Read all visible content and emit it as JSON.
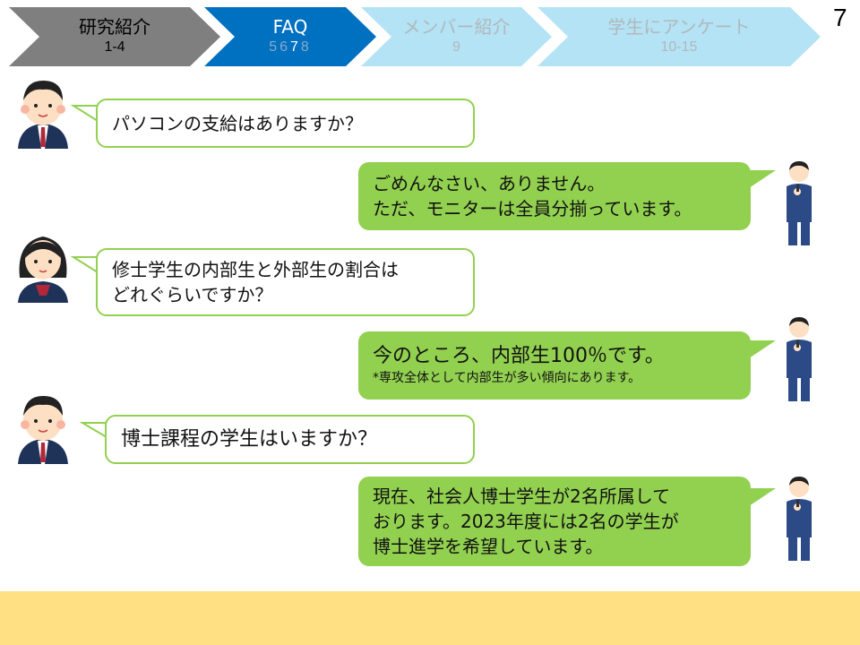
{
  "nav": [
    {
      "title": "研究紹介",
      "pages": "1-4"
    },
    {
      "title": "FAQ",
      "pages": [
        "5",
        "6",
        "7",
        "8"
      ],
      "current": "7"
    },
    {
      "title": "メンバー紹介",
      "pages": "9"
    },
    {
      "title": "学生にアンケート",
      "pages": "10-15"
    }
  ],
  "page_number": "7",
  "chat": [
    {
      "role": "question",
      "avatar": "male-student",
      "lines": [
        "パソコンの支給はありますか？"
      ]
    },
    {
      "role": "answer",
      "avatar": "presenter",
      "lines": [
        "ごめんなさい、ありません。",
        "ただ、モニターは全員分揃っています。"
      ]
    },
    {
      "role": "question",
      "avatar": "female-student",
      "lines": [
        "修士学生の内部生と外部生の割合は",
        "どれぐらいですか？"
      ]
    },
    {
      "role": "answer",
      "avatar": "presenter",
      "lines": [
        "今のところ、内部生100％です。"
      ],
      "note": "*専攻全体として内部生が多い傾向にあります。"
    },
    {
      "role": "question",
      "avatar": "male-student",
      "lines": [
        "博士課程の学生はいますか？"
      ]
    },
    {
      "role": "answer",
      "avatar": "presenter",
      "lines": [
        "現在、社会人博士学生が2名所属して",
        "おります。2023年度には2名の学生が",
        "博士進学を希望しています。"
      ]
    }
  ],
  "colors": {
    "green": "#92d050",
    "blue": "#0070c0",
    "light_blue": "#b3e3f5",
    "gray": "#7f7f7f",
    "footer": "#ffe083"
  }
}
